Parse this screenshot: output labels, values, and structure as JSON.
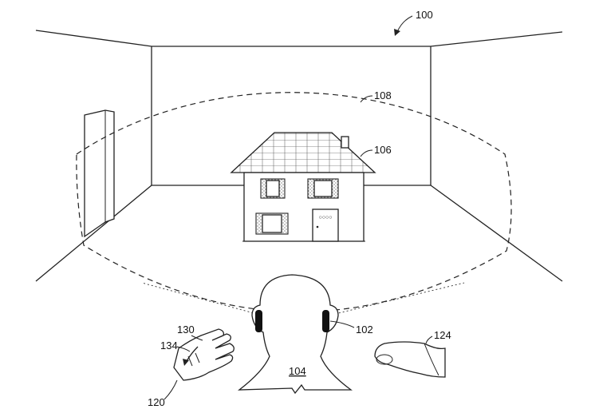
{
  "labels": {
    "figure": "100",
    "view_boundary": "108",
    "virtual_object": "106",
    "user": "104",
    "headphones": "102",
    "right_hand": "124",
    "left_hand": "120",
    "gesture": "130",
    "motion": "134"
  },
  "house": {
    "door_sign": "○○○○"
  }
}
